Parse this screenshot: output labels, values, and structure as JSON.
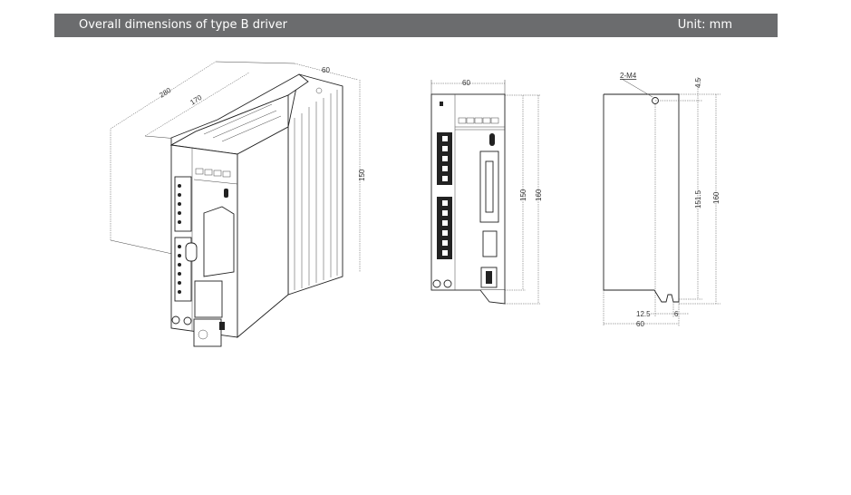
{
  "header": {
    "title": "Overall dimensions of type B driver",
    "unit": "Unit: mm"
  },
  "iso_view": {
    "dims": {
      "depth_total": "280",
      "depth_body": "170",
      "width": "60",
      "height": "150"
    }
  },
  "front_view": {
    "dims": {
      "width": "60",
      "height_body": "150",
      "height_total": "160"
    }
  },
  "side_view": {
    "dims": {
      "hole_label": "2-M4",
      "top_offset": "4.5",
      "hole_pitch": "151.5",
      "height_total": "160",
      "hole_x": "12.5",
      "slot": "6",
      "depth": "60"
    }
  }
}
